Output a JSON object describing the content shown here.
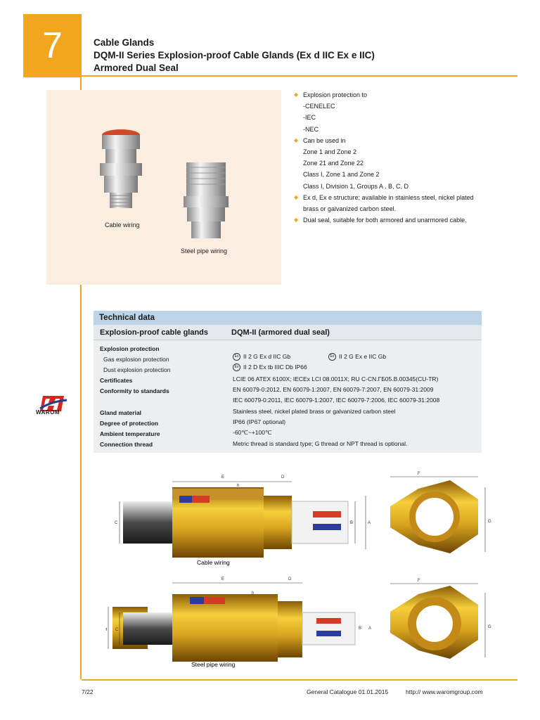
{
  "chapter": {
    "number": "7"
  },
  "title": {
    "line1": "Cable Glands",
    "line2": "DQM-II Series Explosion-proof Cable Glands (Ex d IIC  Ex e IIC)",
    "line3": "Armored Dual Seal"
  },
  "photos": {
    "cable_caption": "Cable wiring",
    "pipe_caption": "Steel pipe wiring"
  },
  "features": [
    {
      "text": "Explosion protection to",
      "bullet": true
    },
    {
      "text": "-CENELEC",
      "bullet": false
    },
    {
      "text": "-IEC",
      "bullet": false
    },
    {
      "text": "-NEC",
      "bullet": false
    },
    {
      "text": "Can be used in",
      "bullet": true
    },
    {
      "text": "Zone 1 and Zone 2",
      "bullet": false
    },
    {
      "text": "Zone 21 and Zone 22",
      "bullet": false
    },
    {
      "text": "Class I, Zone 1 and Zone 2",
      "bullet": false
    },
    {
      "text": "Class I, Division 1, Groups A , B, C, D",
      "bullet": false
    },
    {
      "text": "Ex d, Ex e structure; available in stainless steel, nickel plated",
      "bullet": true
    },
    {
      "text": "brass or galvanized carbon steel.",
      "bullet": false
    },
    {
      "text": "Dual seal, suitable for both armored and unarmored cable.",
      "bullet": true
    }
  ],
  "technical": {
    "heading": "Technical data",
    "col1": "Explosion-proof cable glands",
    "col2": "DQM-II (armored dual seal)",
    "labels": {
      "explosion_protection": "Explosion protection",
      "gas": "Gas explosion protection",
      "dust": "Dust explosion protection",
      "certificates": "Certificates",
      "conformity": "Conformity to standards",
      "gland_material": "Gland material",
      "degree": "Degree of protection",
      "ambient": "Ambient temperature",
      "thread": "Connection thread"
    },
    "ex_symbol": "Ex",
    "values": {
      "gas_a": "II 2 G Ex d IIC Gb",
      "gas_b": "II 2 G Ex e IIC Gb",
      "dust": "II 2 D Ex tb IIIC Db IP66",
      "certificates": "LCIE 06 ATEX 6100X; IECEx LCI 08.0011X; RU C-CN.ГБ05.B.00345(CU-TR)",
      "conformity_1": "EN 60079-0:2012, EN 60079-1:2007, EN 60079-7:2007, EN 60079-31:2009",
      "conformity_2": "IEC 60079-0:2011, IEC 60079-1:2007, IEC 60079-7:2006, IEC 60079-31:2008",
      "gland_material": "Stainless steel, nickel plated brass or galvanized carbon steel",
      "degree": "IP66 (IP67 optional)",
      "ambient": "-60℃~+100℃",
      "thread": "Metric thread is standard type; G thread or NPT thread is optional."
    }
  },
  "logo": {
    "text": "WAROM"
  },
  "drawings": {
    "cable_caption": "Cable wiring",
    "pipe_caption": "Steel pipe wiring",
    "dims": {
      "a": "A",
      "b": "B",
      "c": "C",
      "d": "D",
      "e": "E",
      "f": "F",
      "g": "G",
      "h": "H",
      "h_small": "h"
    }
  },
  "footer": {
    "page": "7/22",
    "catalogue": "General Catalogue 01.01.2015",
    "url": "http:// www.waromgroup.com"
  },
  "colors": {
    "accent": "#f2a51e",
    "table_header": "#bcd3e8",
    "brass": "#d9a520",
    "panel": "#fbeee1"
  }
}
